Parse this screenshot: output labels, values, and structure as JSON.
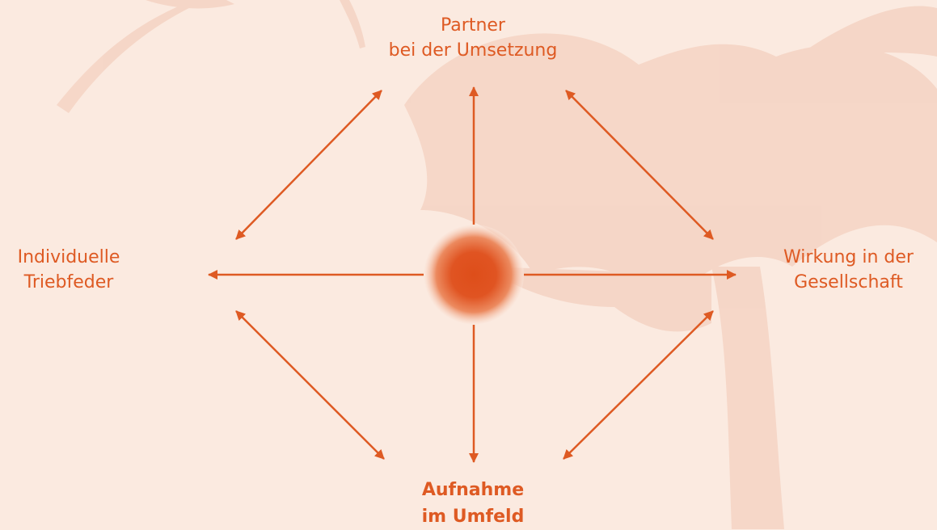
{
  "colors": {
    "background": "#fbeae0",
    "accent": "#de5a23",
    "center": "#de4e1a",
    "silhouette": "#f4d3c3"
  },
  "nodes": {
    "top": {
      "line1": "Partner",
      "line2": "bei der Umsetzung"
    },
    "left": {
      "line1": "Individuelle",
      "line2": "Triebfeder"
    },
    "right": {
      "line1": "Wirkung in der",
      "line2": "Gesellschaft"
    },
    "bottom": {
      "line1": "Aufnahme",
      "line2": "im Umfeld"
    }
  },
  "edges": [
    {
      "from": "center",
      "to": "top",
      "directed": "to"
    },
    {
      "from": "center",
      "to": "left",
      "directed": "to"
    },
    {
      "from": "center",
      "to": "right",
      "directed": "to"
    },
    {
      "from": "center",
      "to": "bottom",
      "directed": "to"
    },
    {
      "from": "top",
      "to": "left",
      "directed": "both"
    },
    {
      "from": "top",
      "to": "right",
      "directed": "both"
    },
    {
      "from": "left",
      "to": "bottom",
      "directed": "both"
    },
    {
      "from": "right",
      "to": "bottom",
      "directed": "both"
    }
  ]
}
